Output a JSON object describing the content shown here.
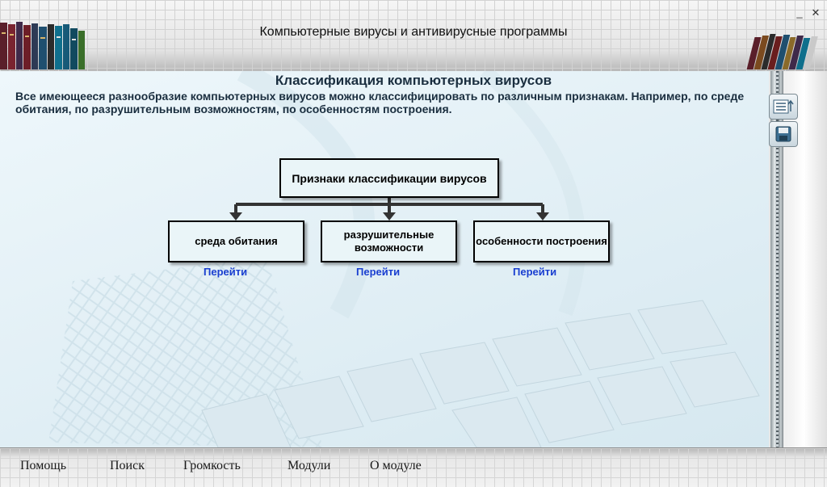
{
  "window": {
    "title": "Компьютерные вирусы и антивирусные программы",
    "minimize_label": "_",
    "close_label": "✕"
  },
  "content": {
    "heading": "Классификация компьютерных вирусов",
    "intro": "Все имеющееся разнообразие компьютерных вирусов можно классифицировать по различным признакам. Например, по среде обитания, по разрушительным возможностям, по особенностям построения."
  },
  "diagram": {
    "root": "Признаки классификации вирусов",
    "children": [
      {
        "label": "среда обитания",
        "link": "Перейти"
      },
      {
        "label": "разрушительные возможности",
        "link": "Перейти"
      },
      {
        "label": "особенности построения",
        "link": "Перейти"
      }
    ]
  },
  "side_tools": {
    "list_icon": "list-icon",
    "save_icon": "floppy-disk-icon"
  },
  "menu": {
    "help": "Помощь",
    "search": "Поиск",
    "volume": "Громкость",
    "modules": "Модули",
    "about": "О модуле"
  }
}
